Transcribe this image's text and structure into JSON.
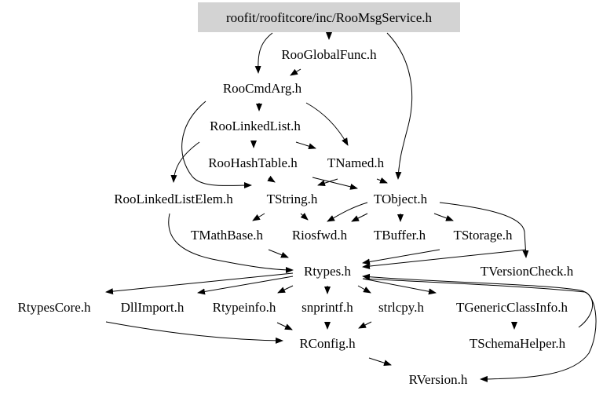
{
  "diagram": {
    "type": "include-dependency-graph",
    "root": "roofit/roofitcore/inc/RooMsgService.h",
    "nodes": [
      {
        "id": "root",
        "label": "roofit/roofitcore/inc/RooMsgService.h",
        "highlighted": true
      },
      {
        "id": "RooGlobalFunc",
        "label": "RooGlobalFunc.h"
      },
      {
        "id": "RooCmdArg",
        "label": "RooCmdArg.h"
      },
      {
        "id": "RooLinkedList",
        "label": "RooLinkedList.h"
      },
      {
        "id": "RooHashTable",
        "label": "RooHashTable.h"
      },
      {
        "id": "TNamed",
        "label": "TNamed.h"
      },
      {
        "id": "RooLinkedListElem",
        "label": "RooLinkedListElem.h"
      },
      {
        "id": "TString",
        "label": "TString.h"
      },
      {
        "id": "TObject",
        "label": "TObject.h"
      },
      {
        "id": "TMathBase",
        "label": "TMathBase.h"
      },
      {
        "id": "Riosfwd",
        "label": "Riosfwd.h"
      },
      {
        "id": "TBuffer",
        "label": "TBuffer.h"
      },
      {
        "id": "TStorage",
        "label": "TStorage.h"
      },
      {
        "id": "Rtypes",
        "label": "Rtypes.h"
      },
      {
        "id": "TVersionCheck",
        "label": "TVersionCheck.h"
      },
      {
        "id": "RtypesCore",
        "label": "RtypesCore.h"
      },
      {
        "id": "DllImport",
        "label": "DllImport.h"
      },
      {
        "id": "Rtypeinfo",
        "label": "Rtypeinfo.h"
      },
      {
        "id": "snprintf",
        "label": "snprintf.h"
      },
      {
        "id": "strlcpy",
        "label": "strlcpy.h"
      },
      {
        "id": "TGenericClassInfo",
        "label": "TGenericClassInfo.h"
      },
      {
        "id": "RConfig",
        "label": "RConfig.h"
      },
      {
        "id": "TSchemaHelper",
        "label": "TSchemaHelper.h"
      },
      {
        "id": "RVersion",
        "label": "RVersion.h"
      }
    ],
    "edges": [
      [
        "root",
        "RooGlobalFunc"
      ],
      [
        "root",
        "RooCmdArg"
      ],
      [
        "root",
        "TObject"
      ],
      [
        "RooGlobalFunc",
        "RooCmdArg"
      ],
      [
        "RooCmdArg",
        "RooLinkedList"
      ],
      [
        "RooCmdArg",
        "TNamed"
      ],
      [
        "RooCmdArg",
        "TString"
      ],
      [
        "RooLinkedList",
        "RooHashTable"
      ],
      [
        "RooLinkedList",
        "TNamed"
      ],
      [
        "RooLinkedList",
        "RooLinkedListElem"
      ],
      [
        "RooHashTable",
        "TString"
      ],
      [
        "RooHashTable",
        "TObject"
      ],
      [
        "TNamed",
        "TString"
      ],
      [
        "TNamed",
        "TObject"
      ],
      [
        "RooLinkedListElem",
        "Rtypes"
      ],
      [
        "TString",
        "TMathBase"
      ],
      [
        "TString",
        "Riosfwd"
      ],
      [
        "TObject",
        "Riosfwd"
      ],
      [
        "TObject",
        "TBuffer"
      ],
      [
        "TObject",
        "TStorage"
      ],
      [
        "TObject",
        "TVersionCheck"
      ],
      [
        "TObject",
        "Rtypes"
      ],
      [
        "TMathBase",
        "Rtypes"
      ],
      [
        "TStorage",
        "Rtypes"
      ],
      [
        "TVersionCheck",
        "Rtypes"
      ],
      [
        "Rtypes",
        "RtypesCore"
      ],
      [
        "Rtypes",
        "DllImport"
      ],
      [
        "Rtypes",
        "Rtypeinfo"
      ],
      [
        "Rtypes",
        "snprintf"
      ],
      [
        "Rtypes",
        "strlcpy"
      ],
      [
        "Rtypes",
        "TGenericClassInfo"
      ],
      [
        "Rtypes",
        "RVersion"
      ],
      [
        "RtypesCore",
        "RConfig"
      ],
      [
        "Rtypeinfo",
        "RConfig"
      ],
      [
        "snprintf",
        "RConfig"
      ],
      [
        "strlcpy",
        "RConfig"
      ],
      [
        "TGenericClassInfo",
        "TSchemaHelper"
      ],
      [
        "TSchemaHelper",
        "Rtypes"
      ],
      [
        "RConfig",
        "RVersion"
      ]
    ]
  }
}
